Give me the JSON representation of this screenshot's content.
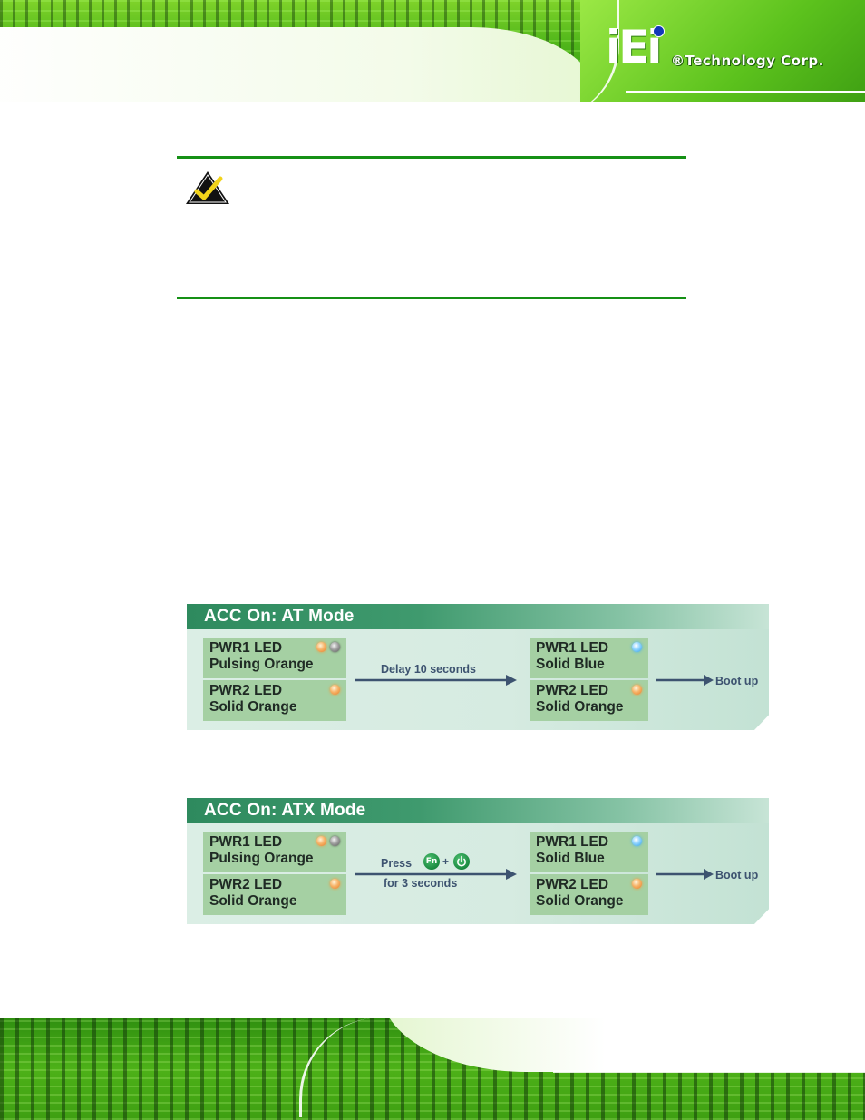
{
  "header": {
    "logo_mark": "iEi",
    "logo_text": "®Technology Corp."
  },
  "note": {
    "icon": "note-check-icon"
  },
  "diagrams": [
    {
      "title": "ACC On: AT Mode",
      "left_boxes": [
        {
          "line1": "PWR1 LED",
          "line2": "Pulsing Orange",
          "leds": [
            "orange",
            "gray"
          ]
        },
        {
          "line1": "PWR2 LED",
          "line2": "Solid Orange",
          "leds": [
            "orange"
          ]
        }
      ],
      "transition": {
        "line1": "Delay 10 seconds"
      },
      "right_boxes": [
        {
          "line1": "PWR1 LED",
          "line2": "Solid Blue",
          "leds": [
            "blue"
          ]
        },
        {
          "line1": "PWR2 LED",
          "line2": "Solid Orange",
          "leds": [
            "orange"
          ]
        }
      ],
      "result": "Boot up"
    },
    {
      "title": "ACC On: ATX Mode",
      "left_boxes": [
        {
          "line1": "PWR1 LED",
          "line2": "Pulsing Orange",
          "leds": [
            "orange",
            "gray"
          ]
        },
        {
          "line1": "PWR2 LED",
          "line2": "Solid Orange",
          "leds": [
            "orange"
          ]
        }
      ],
      "transition": {
        "line1": "Press",
        "key1": "Fn",
        "plus": "+",
        "key2": "power-key-icon",
        "line2": "for 3 seconds"
      },
      "right_boxes": [
        {
          "line1": "PWR1 LED",
          "line2": "Solid Blue",
          "leds": [
            "blue"
          ]
        },
        {
          "line1": "PWR2 LED",
          "line2": "Solid Orange",
          "leds": [
            "orange"
          ]
        }
      ],
      "result": "Boot up"
    }
  ],
  "colors": {
    "note_rule": "#159015",
    "panel_bar": "#2e8a5e",
    "box_fill": "#a5d0a3",
    "arrow": "#3d5370"
  }
}
